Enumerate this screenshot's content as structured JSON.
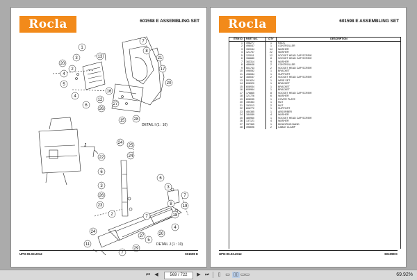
{
  "viewer": {
    "page_indicator": "569 / 722",
    "zoom": "69.92%"
  },
  "left_page": {
    "logo": "Rocla",
    "title": "601598 E  ASSEMBLING SET",
    "detail_i": "DETAIL I  (1 : 10)",
    "detail_j_marker": "J",
    "detail_j": "DETAIL J  (1 : 10)",
    "callouts": [
      "1",
      "2",
      "3",
      "4",
      "5",
      "7",
      "8",
      "12",
      "13",
      "16",
      "17",
      "20",
      "21",
      "22",
      "23",
      "24",
      "25",
      "26",
      "27",
      "28",
      "6",
      "15",
      "19",
      "11"
    ],
    "footer_left": "UPD:06.03.2012",
    "footer_right": "601598 E"
  },
  "right_page": {
    "logo": "Rocla",
    "title": "601598 E  ASSEMBLING SET",
    "table_headers": {
      "id": "ITEM ID",
      "part_no": "PART NO.",
      "qty": "QTY",
      "description": "DESCRIPTION"
    },
    "parts": [
      {
        "id": "1",
        "pn": "498277",
        "qty": "1",
        "desc": "RACK"
      },
      {
        "id": "2",
        "pn": "498047",
        "qty": "1",
        "desc": "CONTROLLER"
      },
      {
        "id": "3",
        "pn": "152044",
        "qty": "14",
        "desc": "WASHER"
      },
      {
        "id": "4",
        "pn": "121767",
        "qty": "22",
        "desc": "WASHER"
      },
      {
        "id": "5",
        "pn": "123011",
        "qty": "12",
        "desc": "SOCKET HEAD CAP SCREW"
      },
      {
        "id": "6",
        "pn": "156680",
        "qty": "8",
        "desc": "SOCKET HEAD CAP SCREW"
      },
      {
        "id": "7",
        "pn": "163314",
        "qty": "9",
        "desc": "WASHER"
      },
      {
        "id": "8",
        "pn": "486648",
        "qty": "2",
        "desc": "CONTROLLER"
      },
      {
        "id": "9",
        "pn": "501743",
        "qty": "2",
        "desc": "SOCKET HEAD CAP SCREW"
      },
      {
        "id": "10",
        "pn": "498082",
        "qty": "1",
        "desc": "BRACKET"
      },
      {
        "id": "11",
        "pn": "498084",
        "qty": "1",
        "desc": "SUPPORT"
      },
      {
        "id": "12",
        "pn": "165037",
        "qty": "2",
        "desc": "SOCKET HEAD CAP SCREW"
      },
      {
        "id": "13",
        "pn": "501624",
        "qty": "1",
        "desc": "WIRE SET"
      },
      {
        "id": "14",
        "pn": "608920",
        "qty": "1",
        "desc": "BRACKET"
      },
      {
        "id": "15",
        "pn": "608934",
        "qty": "1",
        "desc": "BRACKET"
      },
      {
        "id": "16",
        "pn": "608964",
        "qty": "1",
        "desc": "BRACKET"
      },
      {
        "id": "17",
        "pn": "176865",
        "qty": "8",
        "desc": "SOCKET HEAD CAP SCREW"
      },
      {
        "id": "18",
        "pn": "121726",
        "qty": "6",
        "desc": "WASHER"
      },
      {
        "id": "19",
        "pn": "608035",
        "qty": "1",
        "desc": "COVER PLATE"
      },
      {
        "id": "20",
        "pn": "150363",
        "qty": "1",
        "desc": "NUT"
      },
      {
        "id": "21",
        "pn": "152013",
        "qty": "2",
        "desc": "NUT"
      },
      {
        "id": "22",
        "pn": "606772",
        "qty": "1",
        "desc": "SUPPORT"
      },
      {
        "id": "23",
        "pn": "484385",
        "qty": "1",
        "desc": "ABSORBER"
      },
      {
        "id": "24",
        "pn": "184089",
        "qty": "4",
        "desc": "WASHER"
      },
      {
        "id": "25",
        "pn": "485960",
        "qty": "1",
        "desc": "SOCKET HEAD CAP SCREW"
      },
      {
        "id": "26",
        "pn": "137121",
        "qty": "4",
        "desc": "WASHER"
      },
      {
        "id": "27",
        "pn": "157365",
        "qty": "1",
        "desc": "MOUNTING BAND"
      },
      {
        "id": "28",
        "pn": "496696",
        "qty": "2",
        "desc": "CABLE CLAMP"
      }
    ],
    "footer_left": "UPD:06.03.2012",
    "footer_right": "601598 E"
  }
}
